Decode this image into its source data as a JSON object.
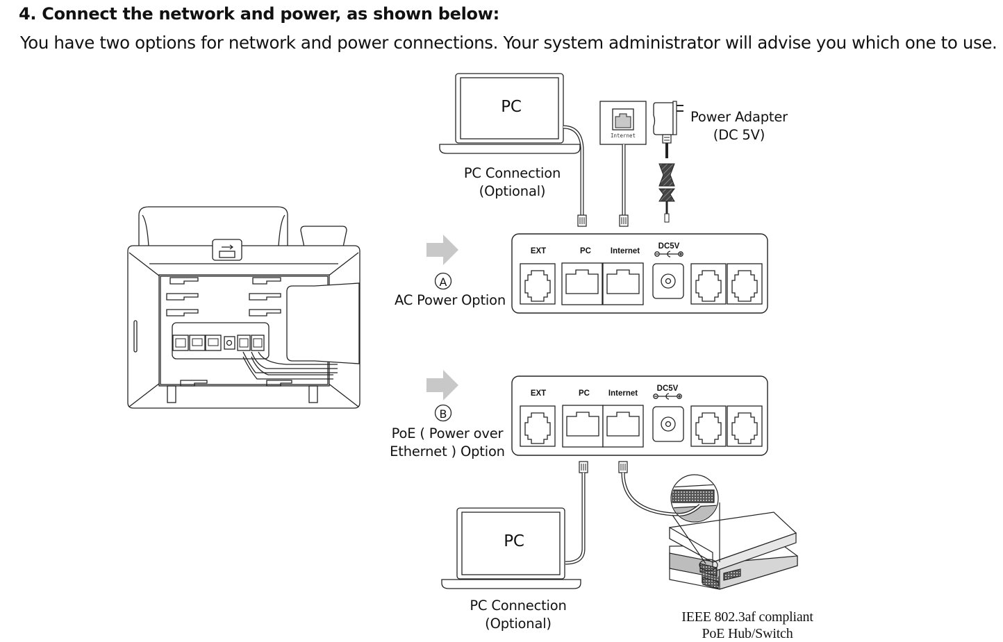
{
  "heading": "4. Connect the network and power, as shown below:",
  "intro": "You have two options for network and power connections. Your system administrator will advise you which one to use.",
  "top_devices": {
    "pc_label": "PC",
    "pc_connection_label_line1": "PC Connection",
    "pc_connection_label_line2": "(Optional)",
    "wall_jack_label": "Internet",
    "power_adapter_line1": "Power Adapter",
    "power_adapter_line2": "(DC 5V)"
  },
  "option_a": {
    "badge": "A",
    "label": "AC Power Option"
  },
  "option_b": {
    "badge": "B",
    "label_line1": "PoE ( Power over",
    "label_line2": "Ethernet ) Option"
  },
  "port_panel": {
    "ports": [
      "EXT",
      "PC",
      "Internet",
      "DC5V"
    ]
  },
  "bottom_devices": {
    "pc_label": "PC",
    "pc_connection_label_line1": "PC Connection",
    "pc_connection_label_line2": "(Optional)",
    "switch_label_line1": "IEEE 802.3af compliant",
    "switch_label_line2": "PoE Hub/Switch"
  },
  "colors": {
    "line": "#222222",
    "arrow": "#c8c8c8",
    "jack_fill": "#c8c8c8"
  }
}
